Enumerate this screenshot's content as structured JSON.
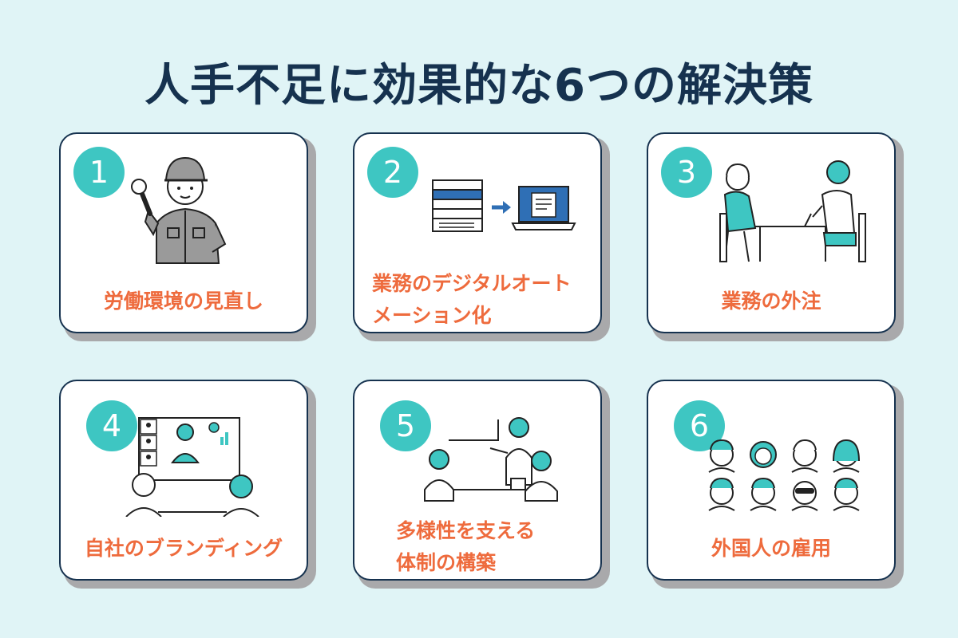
{
  "title": "人手不足に効果的な6つの解決策",
  "colors": {
    "accent": "#3ec6c2",
    "label": "#ee6b3d",
    "navy": "#16324f",
    "background": "#e0f4f6"
  },
  "cards": [
    {
      "number": "1",
      "label_lines": [
        "労働環境の見直し"
      ],
      "icon": "worker-with-wrench-icon"
    },
    {
      "number": "2",
      "label_lines": [
        "業務のデジタルオート",
        "メーション化"
      ],
      "icon": "documents-to-laptop-icon"
    },
    {
      "number": "3",
      "label_lines": [
        "業務の外注"
      ],
      "icon": "two-people-meeting-icon"
    },
    {
      "number": "4",
      "label_lines": [
        "自社のブランディング"
      ],
      "icon": "video-presentation-icon"
    },
    {
      "number": "5",
      "label_lines": [
        "多様性を支える",
        "体制の構築"
      ],
      "icon": "team-discussion-icon"
    },
    {
      "number": "6",
      "label_lines": [
        "外国人の雇用"
      ],
      "icon": "diverse-faces-icon"
    }
  ]
}
